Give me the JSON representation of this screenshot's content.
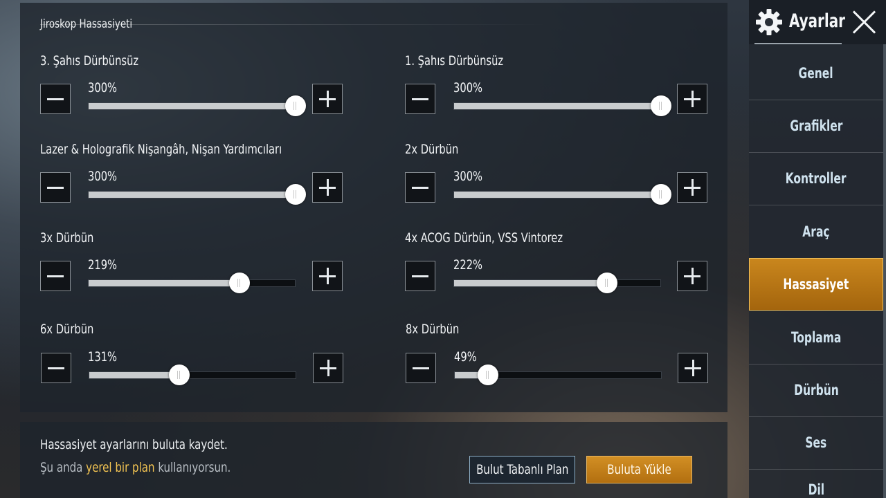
{
  "section_title": "Jiroskop Hassasiyeti",
  "sliders": [
    {
      "label": "3. Şahıs Dürbünsüz",
      "value_text": "300%",
      "value": 300,
      "max": 300
    },
    {
      "label": "1. Şahıs Dürbünsüz",
      "value_text": "300%",
      "value": 300,
      "max": 300
    },
    {
      "label": "Lazer & Holografik Nişangâh, Nişan Yardımcıları",
      "value_text": "300%",
      "value": 300,
      "max": 300
    },
    {
      "label": "2x Dürbün",
      "value_text": "300%",
      "value": 300,
      "max": 300
    },
    {
      "label": "3x Dürbün",
      "value_text": "219%",
      "value": 219,
      "max": 300
    },
    {
      "label": "4x ACOG Dürbün, VSS Vintorez",
      "value_text": "222%",
      "value": 222,
      "max": 300
    },
    {
      "label": "6x Dürbün",
      "value_text": "131%",
      "value": 131,
      "max": 300
    },
    {
      "label": "8x Dürbün",
      "value_text": "49%",
      "value": 49,
      "max": 300
    }
  ],
  "cloud": {
    "title": "Hassasiyet ayarlarını buluta kaydet.",
    "sub_prefix": "Şu anda",
    "sub_highlight": "yerel bir plan",
    "sub_suffix": "kullanıyorsun.",
    "plan_button": "Bulut Tabanlı Plan",
    "upload_button": "Buluta Yükle"
  },
  "sidebar": {
    "title": "Ayarlar",
    "items": [
      {
        "label": "Genel",
        "active": false
      },
      {
        "label": "Grafikler",
        "active": false
      },
      {
        "label": "Kontroller",
        "active": false
      },
      {
        "label": "Araç",
        "active": false
      },
      {
        "label": "Hassasiyet",
        "active": true
      },
      {
        "label": "Toplama",
        "active": false
      },
      {
        "label": "Dürbün",
        "active": false
      },
      {
        "label": "Ses",
        "active": false
      },
      {
        "label": "Dil",
        "active": false
      }
    ]
  },
  "colors": {
    "accent": "#c9861d",
    "highlight_text": "#f3c452",
    "nav_text": "#cfe2ee"
  },
  "icons": {
    "settings": "gear-icon",
    "close": "close-icon",
    "minus": "minus-icon",
    "plus": "plus-icon"
  }
}
